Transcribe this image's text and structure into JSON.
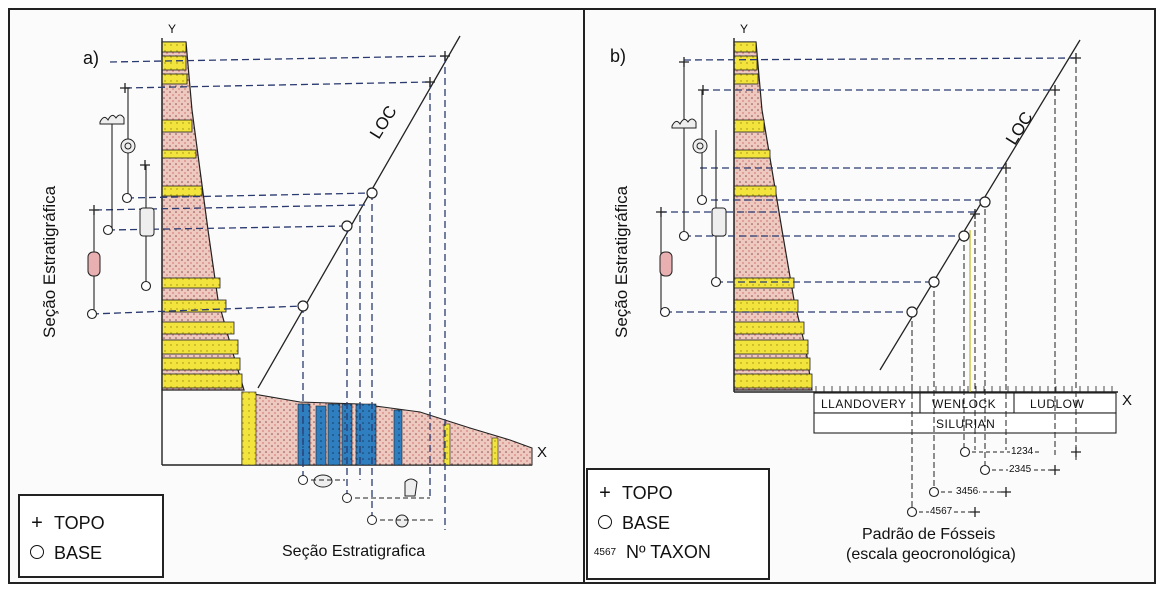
{
  "panel_a": {
    "label": "a)",
    "y_axis": "Y",
    "x_axis": "X",
    "loc_label": "LOC",
    "section_label": "Seção Estratigráfica",
    "bottom_label": "Seção Estratigrafica"
  },
  "panel_b": {
    "label": "b)",
    "y_axis": "Y",
    "x_axis": "X",
    "loc_label": "LOC",
    "section_label": "Seção Estratigráfica",
    "stages": [
      "LLANDOVERY",
      "WENLOCK",
      "LUDLOW"
    ],
    "period": "SILURIAN",
    "taxa": [
      "1234",
      "2345",
      "3456",
      "4567"
    ],
    "caption_line1": "Padrão de Fósseis",
    "caption_line2": "(escala geocronológica)"
  },
  "legend_a": {
    "topo": "TOPO",
    "base": "BASE"
  },
  "legend_b": {
    "topo": "TOPO",
    "base": "BASE",
    "taxon_example": "4567",
    "taxon_label": "Nº TAXON"
  },
  "colors": {
    "yellow": "#f2e43c",
    "pink": "#eec9c0",
    "blue": "#2f7fc0",
    "line": "#1a1a1a"
  }
}
